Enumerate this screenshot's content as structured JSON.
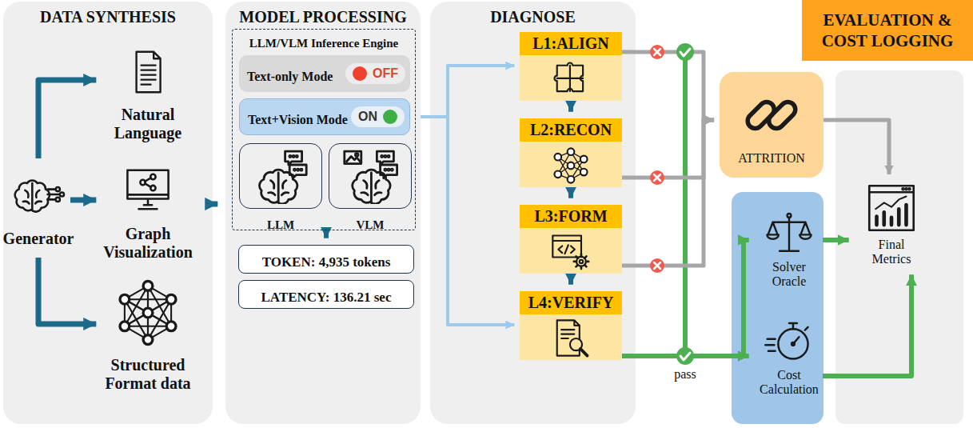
{
  "diagram": {
    "nodes": [
      {
        "text": [
          "DATA SYNTHESIS"
        ]
      },
      {
        "text": [
          "Generator"
        ],
        "in": 0
      },
      {
        "text": [
          "Natural Language"
        ],
        "in": 0
      },
      {
        "text": [
          "Graph Visualization"
        ],
        "in": 0
      },
      {
        "text": [
          "Structured Format data"
        ],
        "in": 0
      },
      {
        "text": [
          "MODEL PROCESSING"
        ]
      },
      {
        "text": [
          "LLM/VLM Inference Engine"
        ],
        "in": 5
      },
      {
        "text": [
          "Text-only Mode",
          "OFF"
        ],
        "in": 6
      },
      {
        "text": [
          "Text+Vision Mode",
          "ON"
        ],
        "in": 6
      },
      {
        "text": [
          "LLM"
        ],
        "in": 6
      },
      {
        "text": [
          "VLM"
        ],
        "in": 6
      },
      {
        "text": [
          "TOKEN: 4,935 tokens"
        ],
        "in": 5
      },
      {
        "text": [
          "LATENCY: 136.21 sec"
        ],
        "in": 5
      },
      {
        "text": [
          "DIAGNOSE"
        ]
      },
      {
        "text": [
          "L1:ALIGN"
        ],
        "in": 13
      },
      {
        "text": [
          "L2:RECON"
        ],
        "in": 13
      },
      {
        "text": [
          "L3:FORM"
        ],
        "in": 13
      },
      {
        "text": [
          "L4:VERIFY"
        ],
        "in": 13
      },
      {
        "text": [
          "EVALUATION & COST LOGGING"
        ]
      },
      {
        "text": [
          "ATTRITION"
        ]
      },
      {
        "text": [
          "Solver Oracle"
        ]
      },
      {
        "text": [
          "Cost Calculation"
        ]
      },
      {
        "text": [
          "Final Metrics"
        ]
      }
    ],
    "edges": [
      {
        "from": 1,
        "to": 2,
        "arrow": "to"
      },
      {
        "from": 1,
        "to": 3,
        "arrow": "to"
      },
      {
        "from": 1,
        "to": 4,
        "arrow": "to"
      },
      {
        "from": 0,
        "to": 5,
        "arrow": "to"
      },
      {
        "from": 6,
        "to": 11,
        "arrow": "to"
      },
      {
        "from": 5,
        "to": 14,
        "arrow": "to"
      },
      {
        "from": 5,
        "to": 17,
        "arrow": "to"
      },
      {
        "from": 14,
        "to": 15,
        "arrow": "to"
      },
      {
        "from": 15,
        "to": 16,
        "arrow": "to"
      },
      {
        "from": 16,
        "to": 17,
        "arrow": "to"
      },
      {
        "from": 14,
        "to": 19,
        "arrow": "to"
      },
      {
        "from": 15,
        "to": 19,
        "arrow": "to"
      },
      {
        "from": 16,
        "to": 19,
        "arrow": "to"
      },
      {
        "from": 17,
        "to": 20,
        "label": "pass",
        "arrow": "to"
      },
      {
        "from": 17,
        "to": 21,
        "arrow": "to"
      },
      {
        "from": 19,
        "to": 22,
        "arrow": "to"
      },
      {
        "from": 20,
        "to": 22,
        "arrow": "to"
      },
      {
        "from": 21,
        "to": 22,
        "arrow": "to"
      }
    ]
  }
}
